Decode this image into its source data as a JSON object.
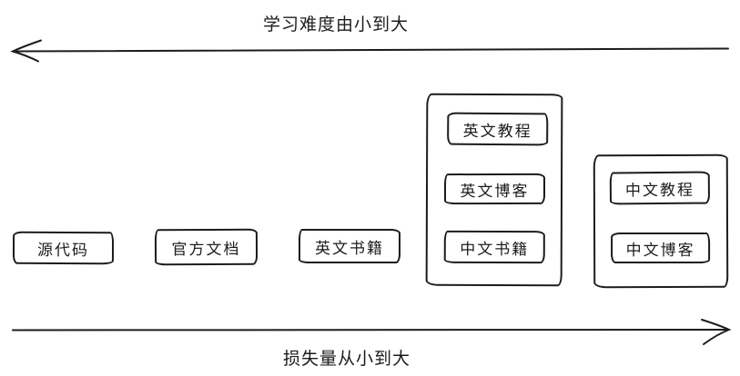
{
  "diagram": {
    "top_axis": {
      "label": "学习难度由小到大",
      "direction": "left"
    },
    "bottom_axis": {
      "label": "损失量从小到大",
      "direction": "right"
    },
    "boxes": {
      "source_code": "源代码",
      "official_docs": "官方文档",
      "english_books": "英文书籍"
    },
    "group_english": {
      "tutorials": "英文教程",
      "blogs": "英文博客",
      "books_cn": "中文书籍"
    },
    "group_chinese": {
      "tutorials": "中文教程",
      "blogs": "中文博客"
    },
    "colors": {
      "stroke": "#1c1c1c",
      "background": "#ffffff",
      "text": "#1c1c1c"
    }
  }
}
